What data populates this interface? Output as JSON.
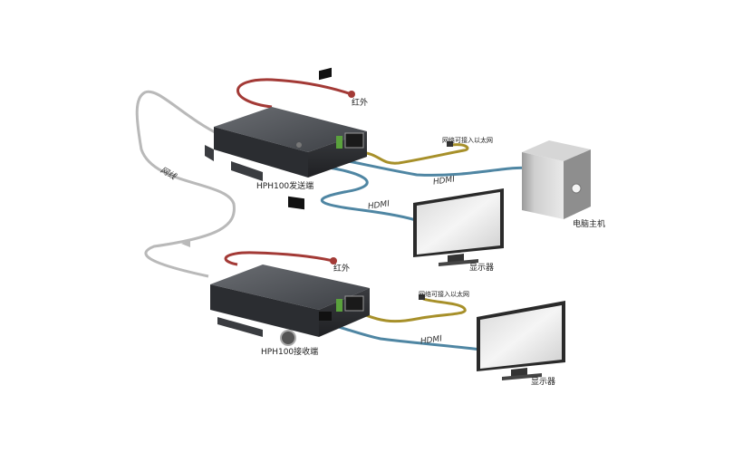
{
  "diagram": {
    "transmitter": {
      "label": "HPH100发送端"
    },
    "receiver": {
      "label": "HPH100接收端"
    },
    "network_cable_label": "网线",
    "ir_top_label": "红外",
    "ir_bottom_label": "红外",
    "ethernet_top_label": "网络可接入以太网",
    "ethernet_bottom_label": "网络可接入以太网",
    "hdmi_pc_label": "HDMI",
    "hdmi_monitor1_label": "HDMI",
    "hdmi_monitor2_label": "HDMI",
    "pc_label": "电脑主机",
    "monitor1_label": "显示器",
    "monitor2_label": "显示器"
  },
  "colors": {
    "network_cable": "#b9b9b9",
    "ir_cable": "#a33a36",
    "hdmi_cable": "#4f86a3",
    "ethernet_cable": "#a7902a",
    "device_body": "#4a4d52"
  }
}
